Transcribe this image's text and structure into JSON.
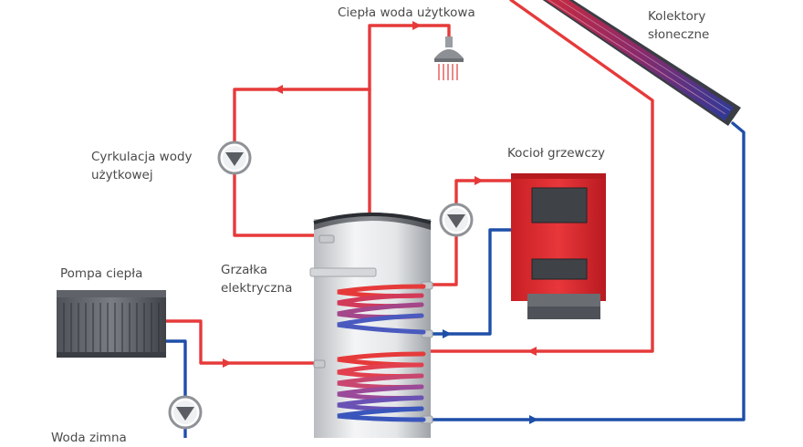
{
  "labels": {
    "hot_water": "Ciepła woda użytkowa",
    "solar_line1": "Kolektory",
    "solar_line2": "słoneczne",
    "circulation_line1": "Cyrkulacja wody",
    "circulation_line2": "użytkowej",
    "boiler": "Kocioł grzewczy",
    "heater_line1": "Grzałka",
    "heater_line2": "elektryczna",
    "heat_pump": "Pompa ciepła",
    "cold_water_partial": "Woda zimna"
  },
  "colors": {
    "hot_pipe": "#e63a3a",
    "cold_pipe": "#1e4fa8",
    "boiler_body": "#d9272b",
    "label_text": "#4a4a4a"
  },
  "icons": [
    "shower-icon",
    "circulation-pump-icon",
    "boiler-pump-icon",
    "heat-pump-pump-icon"
  ]
}
